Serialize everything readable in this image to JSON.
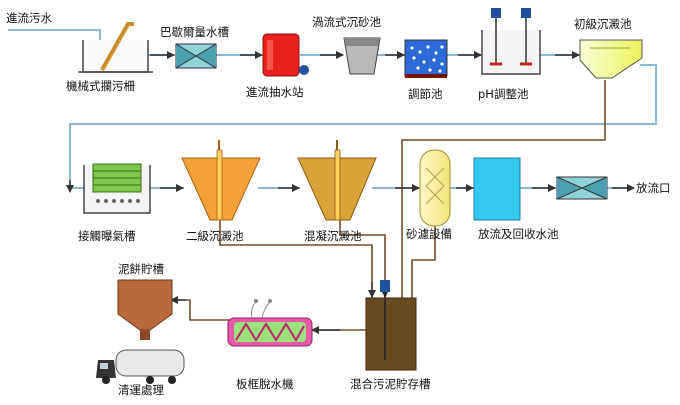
{
  "labels": {
    "influent": "進流污水",
    "screen": "機械式攔污柵",
    "parshall": "巴歇爾量水槽",
    "grit": "渦流式沉砂池",
    "pump": "進流抽水站",
    "equalization": "調節池",
    "ph": "pH調整池",
    "primary": "初級沉澱池",
    "aeration": "接觸曝氣槽",
    "secondary": "二級沉澱池",
    "coag": "混凝沉澱池",
    "sandfilter": "砂濾設備",
    "reuse": "放流及回收水池",
    "outlet": "放流口",
    "cake": "泥餅貯槽",
    "truck": "清運處理",
    "press": "板框脫水機",
    "sludge": "混合污泥貯存槽"
  },
  "colors": {
    "flow_line": "#8db7d9",
    "sludge_line": "#7a4a2a",
    "arrow": "#333333",
    "pump_red": "#e8201e",
    "venturi": "#8fd3d8",
    "cone": "#f4a13a",
    "coag_cone": "#d9a23a",
    "filter": "#fff2a8",
    "reuse_tank": "#36c9f0",
    "equal_tank": "#2b6bd8",
    "aeration_green": "#7ec84a",
    "cake_bin": "#b86a3c",
    "press_pink": "#e85aa8",
    "press_green": "#9be07a",
    "sludge_tank": "#6b4a22"
  }
}
